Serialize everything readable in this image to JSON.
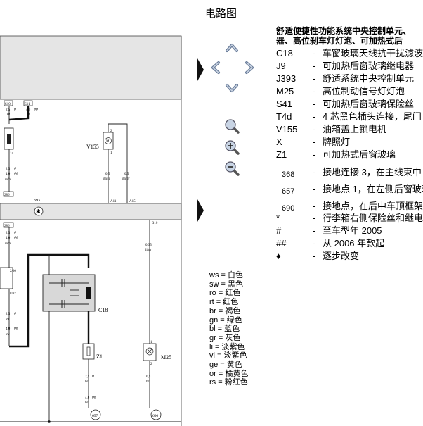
{
  "page": {
    "title": "电路图"
  },
  "navigation": {
    "prev_arrow": "arrow-left",
    "next_arrow": "arrow-right",
    "pan_up": "chevron-up",
    "pan_left": "chevron-left",
    "pan_right": "chevron-right",
    "pan_down": "chevron-down",
    "zoom_fit": "magnifier-icon",
    "zoom_in": "zoom-in-icon",
    "zoom_out": "zoom-out-icon"
  },
  "legend": {
    "heading_line1": "舒适便捷性功能系统中央控制单元、",
    "heading_line2": "器、高位刹车灯灯泡、可加热式后",
    "items": [
      {
        "code": "C18",
        "desc": "车窗玻璃天线抗干扰滤波"
      },
      {
        "code": "J9",
        "desc": "可加热后窗玻璃继电器"
      },
      {
        "code": "J393",
        "desc": "舒适系统中央控制单元"
      },
      {
        "code": "M25",
        "desc": "高位制动信号灯灯泡"
      },
      {
        "code": "S41",
        "desc": "可加热后窗玻璃保险丝"
      },
      {
        "code": "T4d",
        "desc": "4 芯黑色插头连接，尾门"
      },
      {
        "code": "V155",
        "desc": "油箱盖上锁电机"
      },
      {
        "code": "X",
        "desc": "牌照灯"
      },
      {
        "code": "Z1",
        "desc": "可加热式后窗玻璃"
      },
      {
        "code": "368",
        "desc": "接地连接 3，在主线束中"
      },
      {
        "code": "657",
        "desc": "接地点 1，在左侧后窗玻璃"
      },
      {
        "code": "690",
        "desc": "接地点，在后中车顶框架"
      },
      {
        "code": "*",
        "desc": "行李箱右侧保险丝和继电"
      },
      {
        "code": "#",
        "desc": "至车型年 2005"
      },
      {
        "code": "##",
        "desc": "从 2006 年款起"
      },
      {
        "code": "♦",
        "desc": "逐步改变"
      }
    ]
  },
  "wire_colors": [
    "ws = 白色",
    "sw = 黑色",
    "ro = 红色",
    "rt = 红色",
    "br = 褐色",
    "gn = 绿色",
    "bl = 蓝色",
    "gr = 灰色",
    "li = 淡紫色",
    "vi = 淡紫色",
    "ge = 黄色",
    "or = 橘黄色",
    "rs = 粉红色"
  ],
  "diagram": {
    "fuse_1": "S10",
    "fuse_2": "S11",
    "wire_size_a": "2,5",
    "wire_size_b": "4,0",
    "wire_size_c": "0,5",
    "wire_size_d": "0,35",
    "hash": "#",
    "hash2": "##",
    "color_ro": "ro",
    "color_robl": "ro/bl",
    "color_sw": "sw",
    "color_br": "br",
    "color_gnli": "gn/li",
    "color_gngr": "gn/gr",
    "color_ligr": "li/gr",
    "relay_pin_1a": "1a",
    "pin_286a": "286",
    "pin_286b": "286",
    "module_label": "J 393",
    "pin_a11": "A11",
    "pin_a15": "A15",
    "pin_b10": "B10",
    "motor_label": "V155",
    "pin_2": "2",
    "pin_1": "1",
    "relay_pin_230": "2/30",
    "relay_pin_887": "8/87",
    "filter_label": "C18",
    "heater_label": "Z1",
    "lamp_label": "M25",
    "pin_x1": "1",
    "pin_x2": "2",
    "ground_657": "657",
    "ground_690": "690"
  }
}
